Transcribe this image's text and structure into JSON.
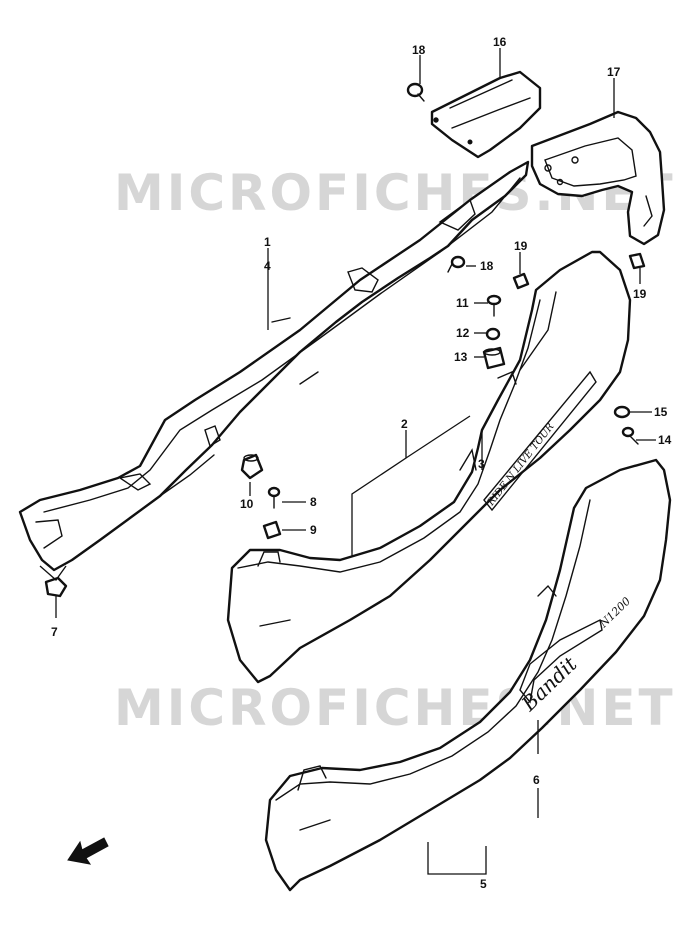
{
  "watermark": "MICROFICHES.NET",
  "callouts": {
    "c1": "1",
    "c2": "2",
    "c3": "3",
    "c4": "4",
    "c5": "5",
    "c6": "6",
    "c7": "7",
    "c8": "8",
    "c9": "9",
    "c10": "10",
    "c11": "11",
    "c12": "12",
    "c13": "13",
    "c14": "14",
    "c15": "15",
    "c16": "16",
    "c17": "17",
    "c18a": "18",
    "c18b": "18",
    "c19a": "19",
    "c19b": "19"
  },
  "emblems": {
    "upper_panel": "RIDE N LIVE TOUR",
    "lower_panel_model": "Bandit",
    "lower_panel_sub": "N1200"
  },
  "colors": {
    "ink": "#111111",
    "paper": "#ffffff",
    "watermark": "#cfcfcf"
  }
}
